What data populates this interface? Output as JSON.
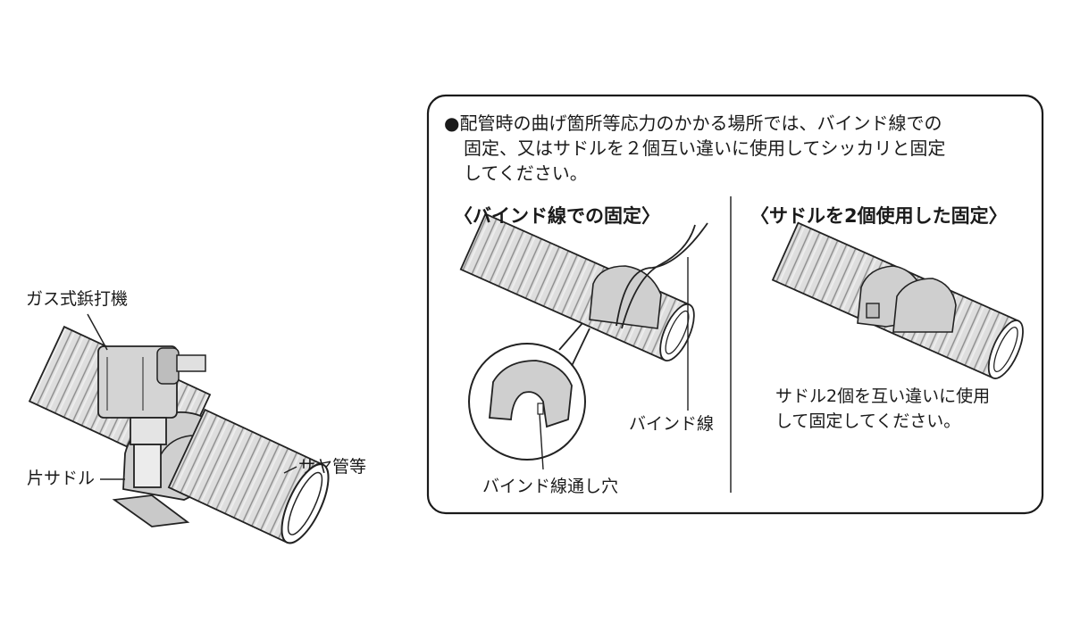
{
  "left_figure": {
    "label_tool": "ガス式鋲打機",
    "label_saddle": "片サドル",
    "label_pipe": "サヤ管等"
  },
  "note_box": {
    "lines": [
      "●配管時の曲げ箇所等応力のかかる場所では、バインド線での",
      "固定、又はサドルを２個互い違いに使用してシッカリと固定",
      "してください。"
    ],
    "section_binding": {
      "heading": "〈バインド線での固定〉",
      "label_wire": "バインド線",
      "label_hole": "バインド線通し穴"
    },
    "section_two_saddles": {
      "heading": "〈サドルを2個使用した固定〉",
      "caption_lines": [
        "サドル2個を互い違いに使用",
        "して固定してください。"
      ]
    }
  },
  "colors": {
    "pipe_fill": "#dcdcdc",
    "saddle_fill": "#cfcfcf",
    "tool_fill": "#d6d6d6",
    "outline": "#222222"
  }
}
